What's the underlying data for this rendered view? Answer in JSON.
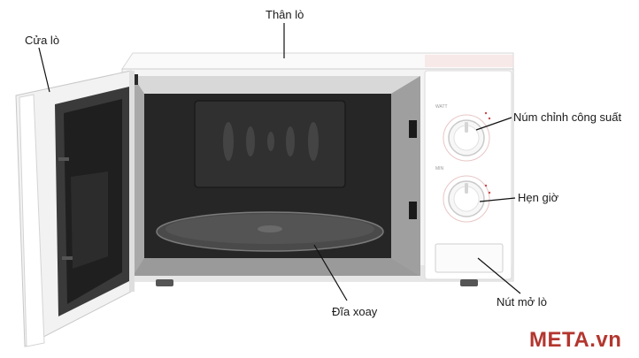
{
  "labels": {
    "body": "Thân lò",
    "door": "Cửa lò",
    "power_knob": "Núm chỉnh công suất",
    "timer": "Hẹn giờ",
    "turntable": "Đĩa xoay",
    "open_button": "Nút mở lò"
  },
  "dials": {
    "power_label": "WATT",
    "timer_label": "MIN"
  },
  "watermark": "META.vn",
  "colors": {
    "leader": "#111111",
    "watermark": "#b3362f",
    "body": "#f4f4f4",
    "cavity": "#8e8e8e"
  }
}
